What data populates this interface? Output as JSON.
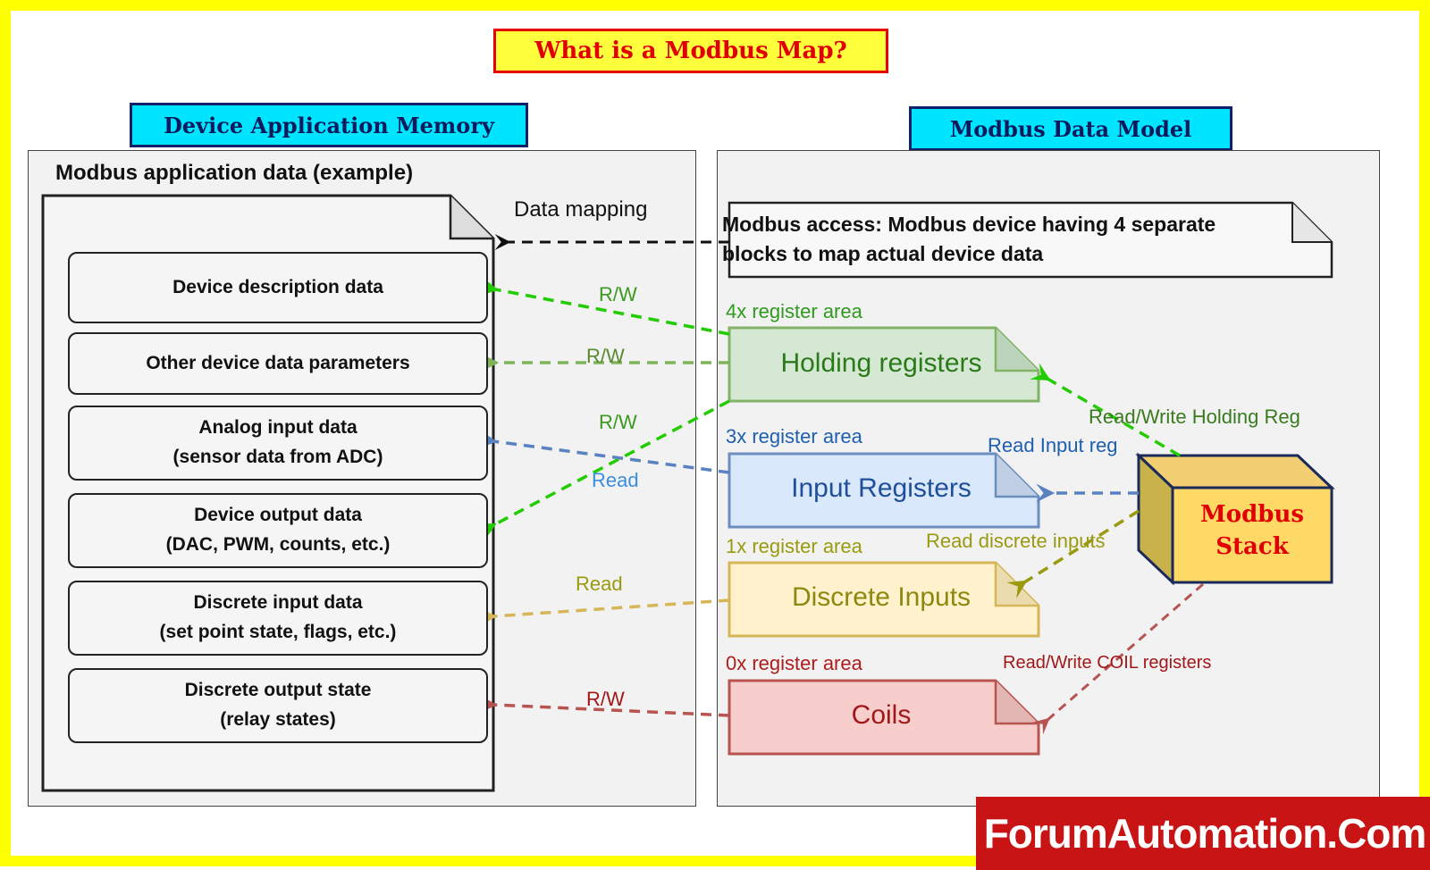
{
  "title": "What is a Modbus Map?",
  "left_header": "Device Application Memory",
  "right_header": "Modbus Data Model",
  "app_data_title": "Modbus application data (example)",
  "data_mapping_label": "Data mapping",
  "modbus_access_note": {
    "line1": "Modbus access: Modbus device having 4 separate",
    "line2": "blocks to map actual device data"
  },
  "memory_items": [
    {
      "line1": "Device description data",
      "line2": ""
    },
    {
      "line1": "Other device data parameters",
      "line2": ""
    },
    {
      "line1": "Analog input data",
      "line2": "(sensor data from ADC)"
    },
    {
      "line1": "Device output data",
      "line2": "(DAC, PWM, counts, etc.)"
    },
    {
      "line1": "Discrete input data",
      "line2": "(set point state, flags, etc.)"
    },
    {
      "line1": "Discrete output state",
      "line2": "(relay states)"
    }
  ],
  "register_blocks": [
    {
      "area": "4x register area",
      "name": "Holding registers",
      "color": "#2e9a1e",
      "fill": "#d5e8d4",
      "stroke": "#82b366"
    },
    {
      "area": "3x register area",
      "name": "Input Registers",
      "color": "#1f5fb0",
      "fill": "#dae8fc",
      "stroke": "#6c8ebf"
    },
    {
      "area": "1x register area",
      "name": "Discrete Inputs",
      "color": "#9a9a10",
      "fill": "#fff2cc",
      "stroke": "#d6b656"
    },
    {
      "area": "0x register area",
      "name": "Coils",
      "color": "#b01c1c",
      "fill": "#f8cecc",
      "stroke": "#b85450"
    }
  ],
  "connection_labels": {
    "rw_1": "R/W",
    "rw_2": "R/W",
    "rw_3": "R/W",
    "read_1": "Read",
    "read_2": "Read",
    "rw_4": "R/W"
  },
  "stack_labels": {
    "holding": "Read/Write Holding Reg",
    "input": "Read Input reg",
    "discrete": "Read discrete inputs",
    "coil": "Read/Write COIL registers"
  },
  "stack": {
    "line1": "Modbus",
    "line2": "Stack"
  },
  "brand": "ForumAutomation.Com",
  "colors": {
    "frame": "#ffff00",
    "title_text": "#e00000",
    "header_fill": "#00e5ff",
    "stack_fill": "#ffd966",
    "brand_fill": "#c81414"
  }
}
